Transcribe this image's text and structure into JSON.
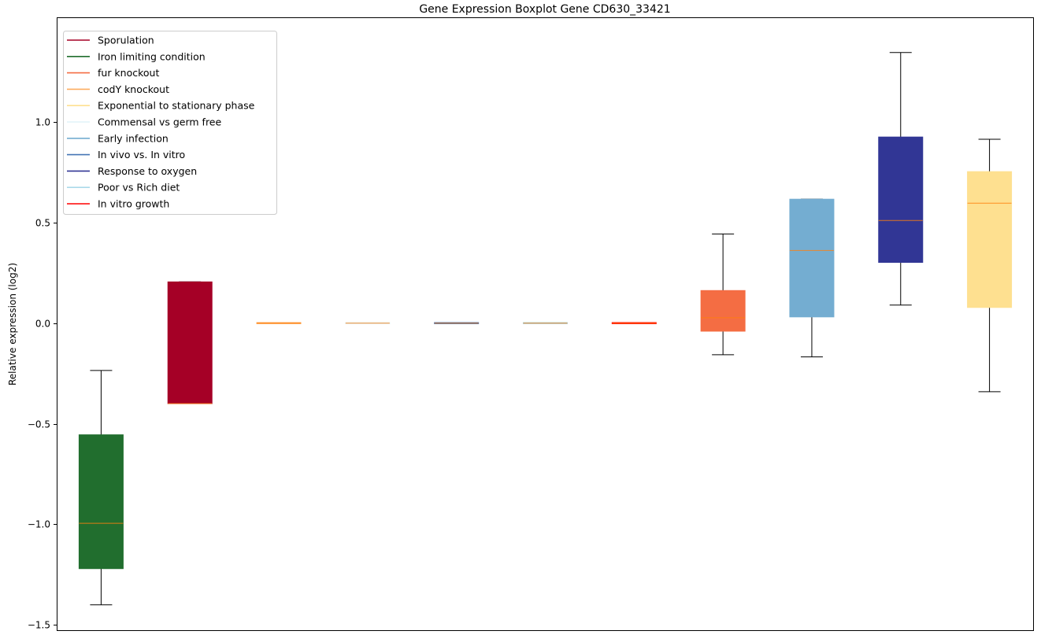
{
  "chart_data": {
    "type": "boxplot",
    "title": "Gene Expression Boxplot Gene CD630_33421",
    "xlabel": "",
    "ylabel": "Relative expression (log2)",
    "ylim": [
      -1.53,
      1.52
    ],
    "yticks": [
      -1.5,
      -1.0,
      -0.5,
      0.0,
      0.5,
      1.0
    ],
    "ytick_labels": [
      "−1.5",
      "−1.0",
      "−0.5",
      "0.0",
      "0.5",
      "1.0"
    ],
    "grid": false,
    "legend_placement": "top-left",
    "legend": [
      {
        "label": "Sporulation",
        "color": "#a50026"
      },
      {
        "label": "Iron limiting condition",
        "color": "#216e2e"
      },
      {
        "label": "fur knockout",
        "color": "#f46d43"
      },
      {
        "label": "codY knockout",
        "color": "#fdae61"
      },
      {
        "label": "Exponential to stationary phase",
        "color": "#fee090"
      },
      {
        "label": "Commensal vs germ free",
        "color": "#e0f3f8"
      },
      {
        "label": "Early infection",
        "color": "#74add1"
      },
      {
        "label": "In vivo vs. In vitro",
        "color": "#4575b4"
      },
      {
        "label": "Response to oxygen",
        "color": "#313695"
      },
      {
        "label": "Poor vs Rich diet",
        "color": "#abd9e9"
      },
      {
        "label": "In vitro growth",
        "color": "#ff0000"
      }
    ],
    "median_color": "#ff7f0e",
    "boxes": [
      {
        "legend_index": 1,
        "whislo": -1.4,
        "q1": -1.22,
        "med": -0.995,
        "q3": -0.555,
        "whishi": -0.235
      },
      {
        "legend_index": 0,
        "whislo": -0.4,
        "q1": -0.4,
        "med": -0.4,
        "q3": 0.205,
        "whishi": 0.205
      },
      {
        "legend_index": 3,
        "whislo": 0,
        "q1": 0,
        "med": 0,
        "q3": 0,
        "whishi": 0
      },
      {
        "legend_index": 5,
        "whislo": 0,
        "q1": 0,
        "med": 0,
        "q3": 0,
        "whishi": 0
      },
      {
        "legend_index": 7,
        "whislo": 0,
        "q1": 0,
        "med": 0,
        "q3": 0,
        "whishi": 0
      },
      {
        "legend_index": 9,
        "whislo": 0,
        "q1": 0,
        "med": 0,
        "q3": 0,
        "whishi": 0
      },
      {
        "legend_index": 10,
        "whislo": 0,
        "q1": 0,
        "med": 0,
        "q3": 0,
        "whishi": 0
      },
      {
        "legend_index": 2,
        "whislo": -0.157,
        "q1": -0.04,
        "med": 0.027,
        "q3": 0.162,
        "whishi": 0.443
      },
      {
        "legend_index": 6,
        "whislo": -0.168,
        "q1": 0.031,
        "med": 0.361,
        "q3": 0.616,
        "whishi": 0.616
      },
      {
        "legend_index": 8,
        "whislo": 0.09,
        "q1": 0.302,
        "med": 0.51,
        "q3": 0.925,
        "whishi": 1.345
      },
      {
        "legend_index": 4,
        "whislo": -0.341,
        "q1": 0.078,
        "med": 0.596,
        "q3": 0.753,
        "whishi": 0.914
      }
    ]
  }
}
